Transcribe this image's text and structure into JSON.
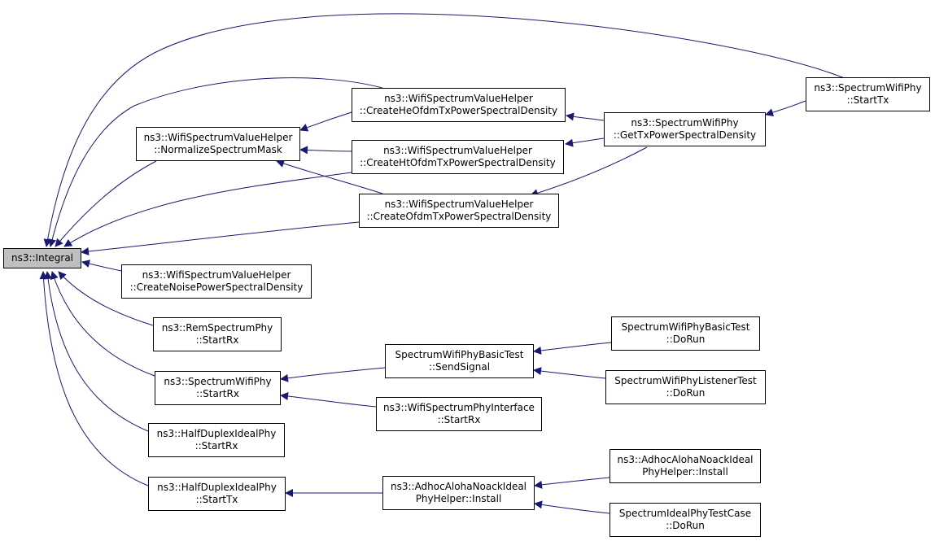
{
  "nodes": [
    {
      "id": "integral",
      "lines": [
        "ns3::Integral"
      ]
    },
    {
      "id": "normalize",
      "lines": [
        "ns3::WifiSpectrumValueHelper",
        "::NormalizeSpectrumMask"
      ]
    },
    {
      "id": "createHe",
      "lines": [
        "ns3::WifiSpectrumValueHelper",
        "::CreateHeOfdmTxPowerSpectralDensity"
      ]
    },
    {
      "id": "createHt",
      "lines": [
        "ns3::WifiSpectrumValueHelper",
        "::CreateHtOfdmTxPowerSpectralDensity"
      ]
    },
    {
      "id": "createOfdm",
      "lines": [
        "ns3::WifiSpectrumValueHelper",
        "::CreateOfdmTxPowerSpectralDensity"
      ]
    },
    {
      "id": "getTxPsd",
      "lines": [
        "ns3::SpectrumWifiPhy",
        "::GetTxPowerSpectralDensity"
      ]
    },
    {
      "id": "startTxWifi",
      "lines": [
        "ns3::SpectrumWifiPhy",
        "::StartTx"
      ]
    },
    {
      "id": "createNoise",
      "lines": [
        "ns3::WifiSpectrumValueHelper",
        "::CreateNoisePowerSpectralDensity"
      ]
    },
    {
      "id": "remStartRx",
      "lines": [
        "ns3::RemSpectrumPhy",
        "::StartRx"
      ]
    },
    {
      "id": "wifiStartRx",
      "lines": [
        "ns3::SpectrumWifiPhy",
        "::StartRx"
      ]
    },
    {
      "id": "sendSignal",
      "lines": [
        "SpectrumWifiPhyBasicTest",
        "::SendSignal"
      ]
    },
    {
      "id": "basicDoRun",
      "lines": [
        "SpectrumWifiPhyBasicTest",
        "::DoRun"
      ]
    },
    {
      "id": "listenerDoRun",
      "lines": [
        "SpectrumWifiPhyListenerTest",
        "::DoRun"
      ]
    },
    {
      "id": "ifaceStartRx",
      "lines": [
        "ns3::WifiSpectrumPhyInterface",
        "::StartRx"
      ]
    },
    {
      "id": "hdStartRx",
      "lines": [
        "ns3::HalfDuplexIdealPhy",
        "::StartRx"
      ]
    },
    {
      "id": "hdStartTx",
      "lines": [
        "ns3::HalfDuplexIdealPhy",
        "::StartTx"
      ]
    },
    {
      "id": "adhocInstall1",
      "lines": [
        "ns3::AdhocAlohaNoackIdeal",
        "PhyHelper::Install"
      ]
    },
    {
      "id": "adhocInstall2",
      "lines": [
        "ns3::AdhocAlohaNoackIdeal",
        "PhyHelper::Install"
      ]
    },
    {
      "id": "idealDoRun",
      "lines": [
        "SpectrumIdealPhyTestCase",
        "::DoRun"
      ]
    }
  ],
  "edge_color": "#191970"
}
